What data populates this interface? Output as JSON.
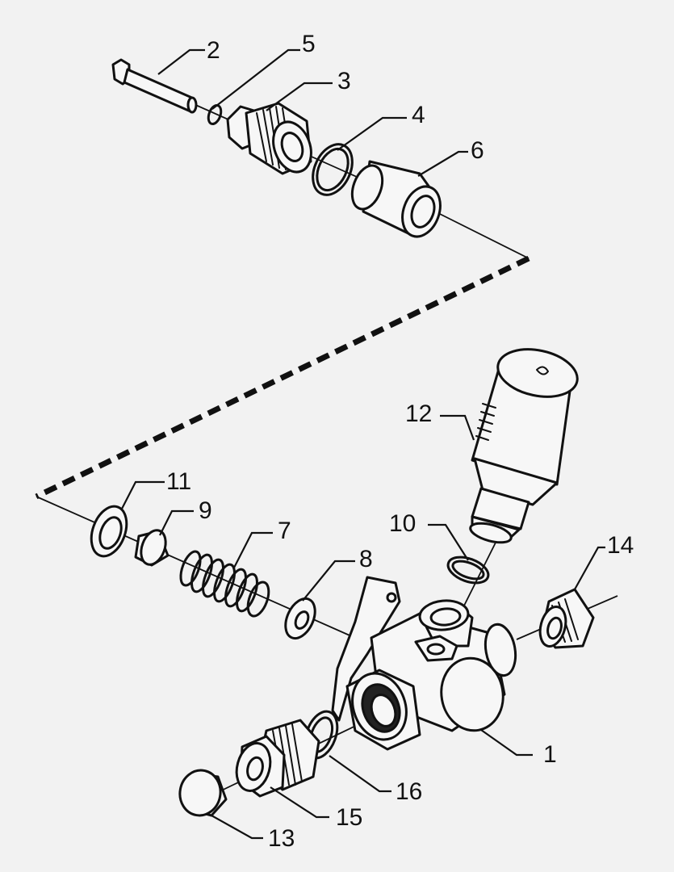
{
  "callouts": {
    "p1": "1",
    "p2": "2",
    "p3": "3",
    "p4": "4",
    "p5": "5",
    "p6": "6",
    "p7": "7",
    "p8": "8",
    "p9": "9",
    "p10": "10",
    "p11": "11",
    "p12": "12",
    "p13": "13",
    "p14": "14",
    "p15": "15",
    "p16": "16"
  }
}
